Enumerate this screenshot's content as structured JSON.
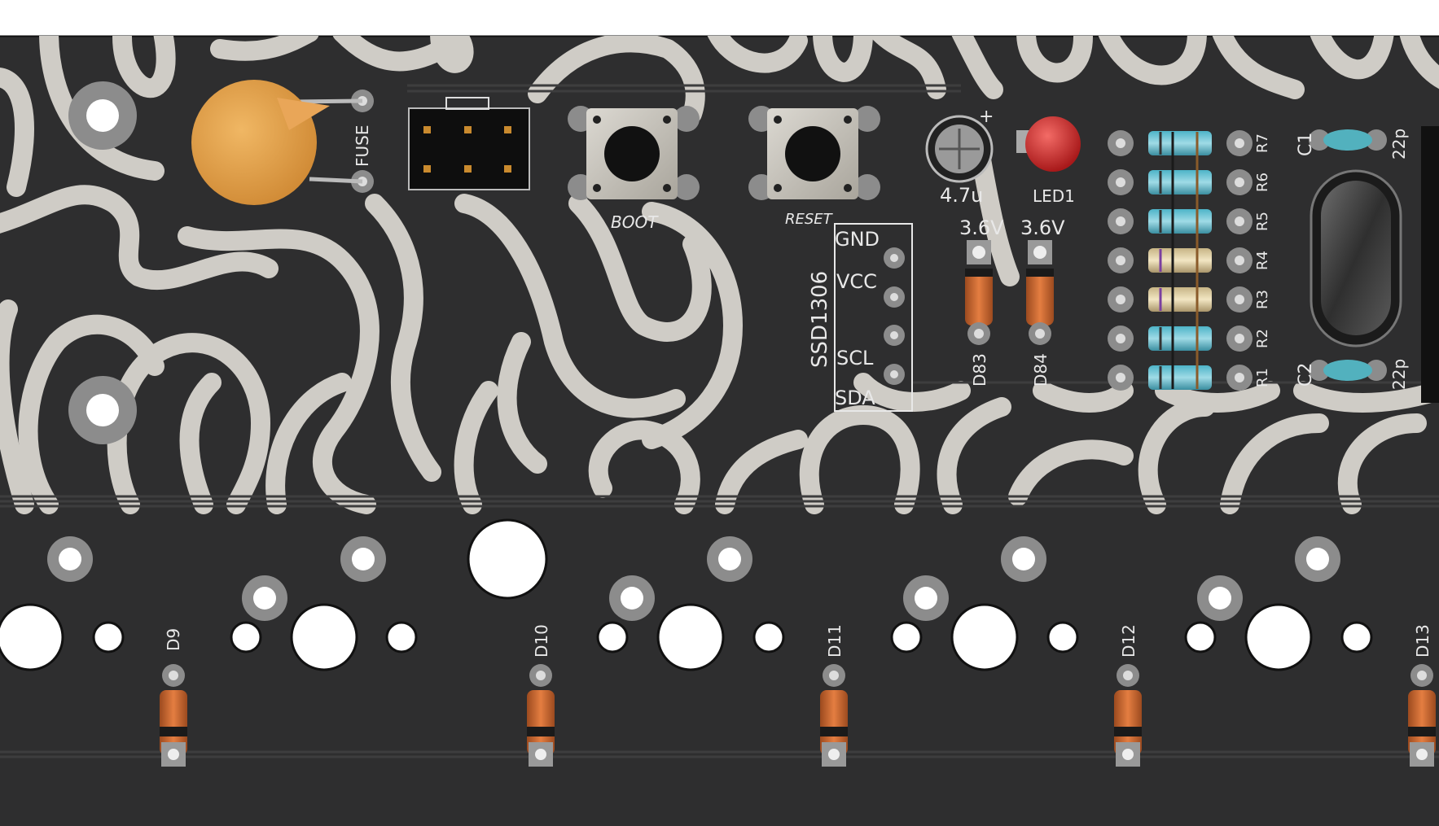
{
  "board": {
    "colors": {
      "pcb": "#2e2e2f",
      "pcb_edge": "#1c1c1c",
      "copper_pour": "#cfccc6",
      "trace": "#3b3b3c",
      "silkscreen": "#e8e8e8",
      "fuse_body": "#e2a04b",
      "led_red": "#c42322",
      "diode_body": "#cf6a30",
      "crystal_cap": "#52b1be"
    },
    "labels": {
      "fuse": "FUSE",
      "boot": "BOOT",
      "reset": "RESET",
      "cap_value": "4.7u",
      "led": "LED1",
      "oled": "SSD1306",
      "oled_gnd": "GND",
      "oled_vcc": "VCC",
      "oled_scl": "SCL",
      "oled_sda": "SDA",
      "zener_value_1": "3.6V",
      "zener_value_2": "3.6V",
      "zener_1": "D83",
      "zener_2": "D84",
      "c1": "C1",
      "c2": "C2",
      "c1_value": "22p",
      "c2_value": "22p",
      "plus": "+"
    },
    "resistors": [
      "R7",
      "R6",
      "R5",
      "R4",
      "R3",
      "R2",
      "R1"
    ],
    "row_diodes": [
      "D9",
      "D10",
      "D11",
      "D12",
      "D13"
    ]
  }
}
